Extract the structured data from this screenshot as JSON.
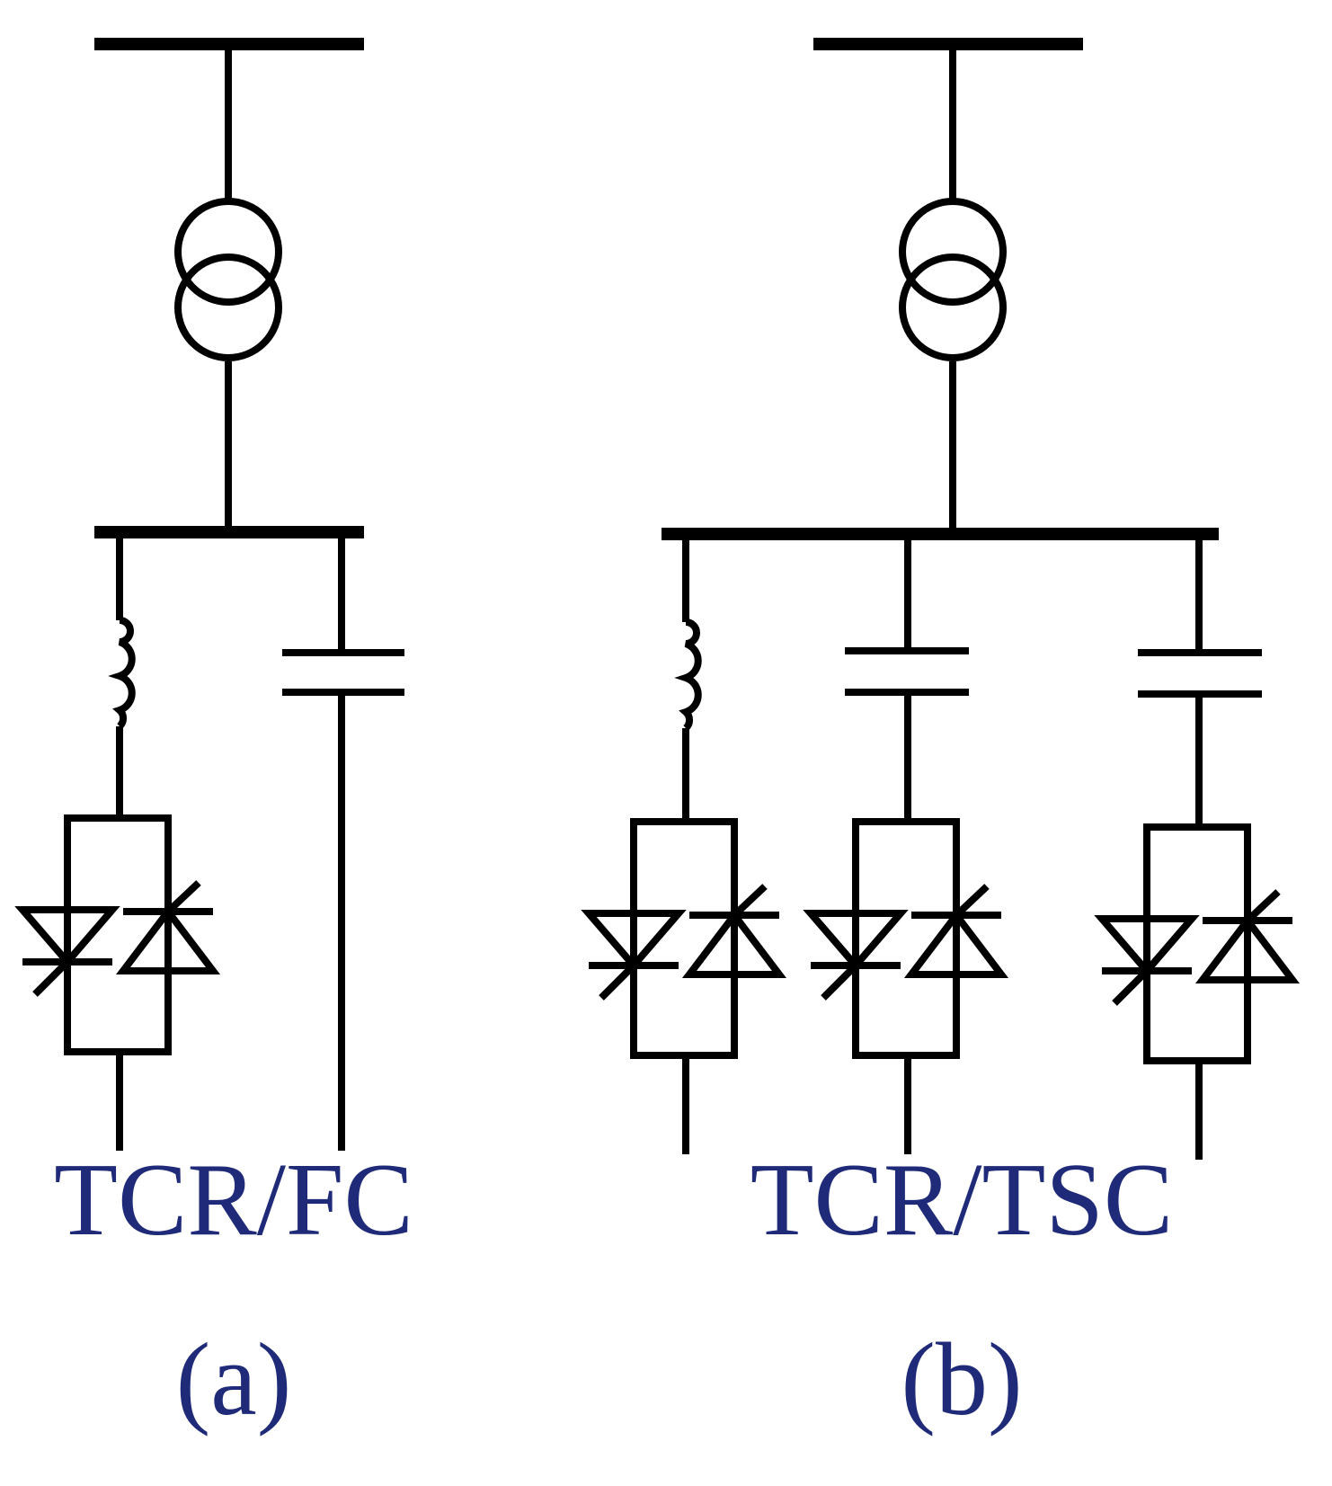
{
  "diagram": {
    "label_color": "#1f2a78",
    "line_color": "#000000",
    "panels": [
      {
        "id": "a",
        "title": "TCR/FC",
        "caption": "(a)"
      },
      {
        "id": "b",
        "title": "TCR/TSC",
        "caption": "(b)"
      }
    ]
  }
}
